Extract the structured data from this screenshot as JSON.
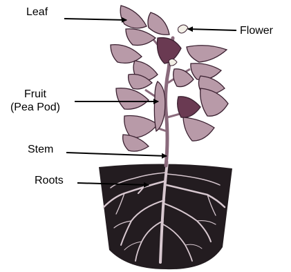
{
  "labels": {
    "leaf": "Leaf",
    "flower": "Flower",
    "fruit_line1": "Fruit",
    "fruit_line2": "(Pea Pod)",
    "stem": "Stem",
    "roots": "Roots"
  },
  "colors": {
    "leaf_fill": "#b89aa8",
    "leaf_dark": "#6a3a52",
    "leaf_outline": "#3a2030",
    "pot": "#231c20",
    "root": "#d8c8d0",
    "stem": "#8a6a7c",
    "flower": "#f2efe6"
  }
}
